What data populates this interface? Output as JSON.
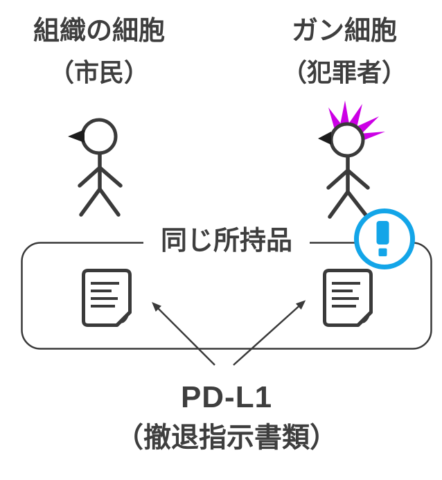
{
  "colors": {
    "background": "#ffffff",
    "text": "#3e3e3e",
    "line": "#3a3a3a",
    "black": "#1c1c1c",
    "alert_blue": "#13a5e8",
    "spike_magenta": "#cc00e5"
  },
  "left_column": {
    "title": "組織の細胞",
    "subtitle": "（市民）"
  },
  "right_column": {
    "title": "ガン細胞",
    "subtitle": "（犯罪者）"
  },
  "box": {
    "label": "同じ所持品"
  },
  "annotation": {
    "label": "PD-L1",
    "sublabel": "（撤退指示書類）"
  },
  "icons": {
    "citizen_figure": "stick-figure",
    "criminal_figure": "stick-figure-with-magenta-spikes",
    "document": "document-sheet-with-folded-corner",
    "alert": "exclamation-circle",
    "arrow": "thin-arrow"
  }
}
